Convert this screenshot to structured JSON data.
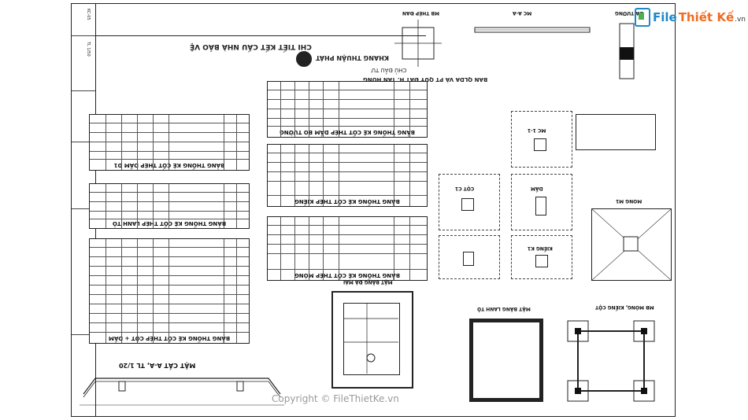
{
  "logo": {
    "w1": "File",
    "w2": "Thiết Kế",
    "w3": ".vn"
  },
  "watermark": "Copyright © FileThietKe.vn",
  "title_block": {
    "project_owner": "CHỦ ĐẦU TƯ",
    "owner_name": "BAN QLDA VÀ PT QUỸ ĐẤT H. TÂN HỒNG",
    "consultant": "KHANG THUẬN PHÁT",
    "drawing_title": "CHI TIẾT KẾT CẤU NHÀ BẢO VỆ",
    "drawing_no": "KC-05",
    "scale": "TL 1/50"
  },
  "tables": [
    {
      "title": "BẢNG THỐNG KÊ CỐT THÉP DẦM D1"
    },
    {
      "title": "BẢNG THỐNG KÊ CỐT THÉP LANH TÔ"
    },
    {
      "title": "BẢNG THỐNG KÊ CỐT THÉP CỘT + DẦM"
    },
    {
      "title": "BẢNG THỐNG KÊ CỐT THÉP DẦM BO TƯỜNG"
    },
    {
      "title": "BẢNG THỐNG KÊ CỐT THÉP KIỀNG"
    },
    {
      "title": "BẢNG THỐNG KÊ CỐT THÉP MÓNG"
    }
  ],
  "section": {
    "title": "MẶT CẮT A-A, TL 1/20"
  },
  "plans": {
    "roof": "MẶT BẰNG ĐÀ MÁI",
    "lintel": "MẶT BẰNG LANH TÔ",
    "foundation": "MB MÓNG, KIỀNG CỘT",
    "steel_plan": "MB THÉP ĐAN",
    "section_aa": "MC A-A",
    "wall": "ĐÀ TƯỜNG",
    "mc11": "MC 1-1",
    "col": "CỘT C1",
    "beam": "DẦM",
    "tie": "KIỀNG K1",
    "footing": "MÓNG M1"
  }
}
